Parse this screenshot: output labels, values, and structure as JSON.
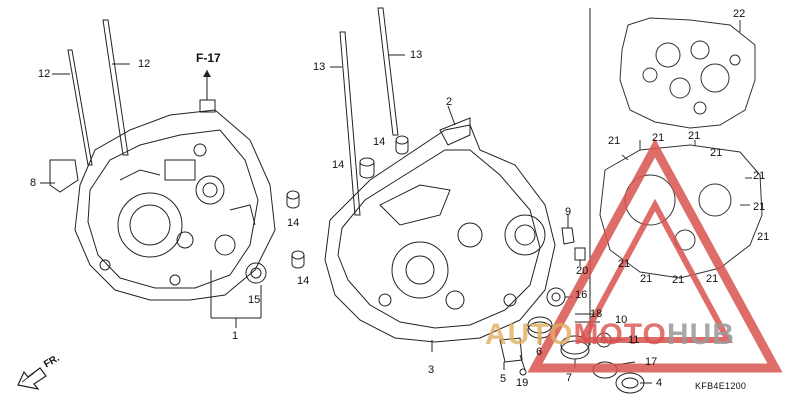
{
  "diagram": {
    "callouts": {
      "c1": "1",
      "c2": "2",
      "c3": "3",
      "c4": "4",
      "c5": "5",
      "c6": "6",
      "c7": "7",
      "c8": "8",
      "c9": "9",
      "c10": "10",
      "c11": "11",
      "c12a": "12",
      "c12b": "12",
      "c13a": "13",
      "c13b": "13",
      "c14a": "14",
      "c14b": "14",
      "c14c": "14",
      "c14d": "14",
      "c15": "15",
      "c16": "16",
      "c17": "17",
      "c18": "18",
      "c19": "19",
      "c20": "20",
      "c21a": "21",
      "c21b": "21",
      "c21c": "21",
      "c21d": "21",
      "c21e": "21",
      "c21f": "21",
      "c21g": "21",
      "c21h": "21",
      "c21i": "21",
      "c21j": "21",
      "c21k": "21",
      "c22": "22"
    },
    "ref_label": "F-17",
    "front_label": "FR.",
    "diagram_code": "KFB4E1200"
  },
  "watermark": {
    "part1": "AUTO",
    "part2": "MOTO",
    "part3": "HUB",
    "color_red": "#d9534f",
    "color_gold": "#e0b060",
    "color_gray": "#9a9a9a"
  }
}
